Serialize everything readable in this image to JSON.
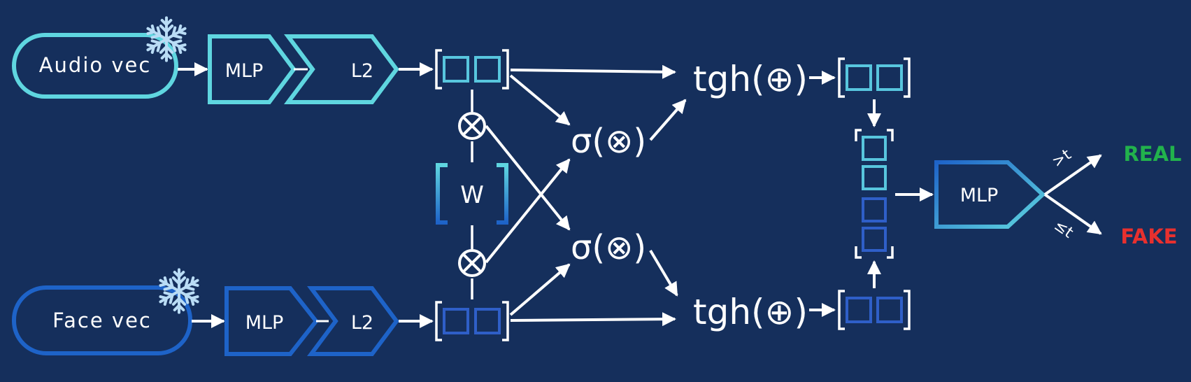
{
  "inputs": {
    "audio": {
      "label": "Audio vec",
      "mlp": "MLP",
      "norm": "L2",
      "frozen_icon": "snowflake-icon"
    },
    "face": {
      "label": "Face vec",
      "mlp": "MLP",
      "norm": "L2",
      "frozen_icon": "snowflake-icon"
    }
  },
  "weight": {
    "label": "W"
  },
  "operators": {
    "multiply": "⊗",
    "gate_top": "σ(⊗)",
    "gate_bottom": "σ(⊗)",
    "fuse_top": "tgh(⊕)",
    "fuse_bottom": "tgh(⊕)"
  },
  "classifier": {
    "label": "MLP"
  },
  "thresholds": {
    "upper": ">t",
    "lower": "≤t"
  },
  "outputs": {
    "real": "REAL",
    "fake": "FAKE"
  },
  "colors": {
    "background": "#152f5c",
    "audio": "#5fd6e0",
    "face": "#1e63c8",
    "light_box": "#58c6de",
    "dark_box": "#2f5fc8",
    "real": "#22b24c",
    "fake": "#e8302e",
    "snow": "#b9dcf5"
  }
}
